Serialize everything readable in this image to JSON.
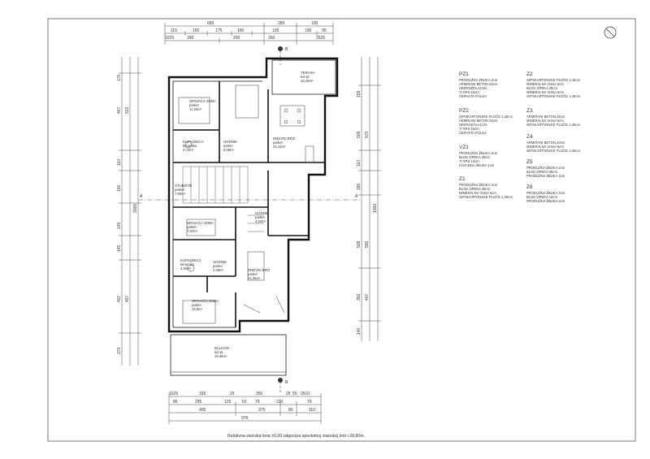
{
  "sheet": {
    "note": "Relativna visinska kota ±0,00 odgovara apsolutnoj visinskoj koti +28,80m.",
    "north_arrow": "north-arrow-icon"
  },
  "dims_top": {
    "row1": [
      "685",
      "285",
      "100"
    ],
    "row2": [
      "115",
      "160",
      "175",
      "160",
      "135",
      "190",
      "95"
    ],
    "row3": [
      "1025",
      "390",
      "200",
      "260",
      "2525"
    ]
  },
  "dims_bottom": {
    "row1": [
      "1025",
      "335",
      "25",
      "350",
      "25",
      "55",
      "2510"
    ],
    "row2": [
      "85",
      "295",
      "125",
      "60",
      "70",
      "230",
      "70"
    ],
    "row3": [
      "405",
      "375",
      "80",
      "110"
    ],
    "row4": [
      "976"
    ]
  },
  "dims_left": [
    "170",
    "467",
    "522",
    "110",
    "150",
    "145",
    "145",
    "407",
    "497",
    "270",
    "2065"
  ],
  "dims_right": [
    "159",
    "509",
    "570",
    "110",
    "180",
    "508",
    "556",
    "1000",
    "352",
    "407",
    "140"
  ],
  "section_marks": {
    "top": "B",
    "bottom": "B",
    "side_left": "A",
    "side_right": "A"
  },
  "rooms": [
    {
      "name": "TERASA",
      "line2": "kor.pl.",
      "line3": "10,49m²"
    },
    {
      "name": "SPAVAĆA SOBA",
      "line2": "parket",
      "line3": "11,26m²"
    },
    {
      "name": "KUPAONICA",
      "line2": "keramika",
      "line3": "4,72m²"
    },
    {
      "name": "HODNIK",
      "line2": "parket",
      "line3": "6,08m²"
    },
    {
      "name": "DNEVNI BRO",
      "line2": "parket",
      "line3": "24,13m²"
    },
    {
      "name": "STUBIŠTE",
      "line2": "parket",
      "line3": "7,60m²"
    },
    {
      "name": "HODNIK",
      "line2": "parket",
      "line3": "4,54m²"
    },
    {
      "name": "SPAVAĆA SOBA",
      "line2": "parket",
      "line3": "7,67m²"
    },
    {
      "name": "KUPAONICA",
      "line2": "keramika",
      "line3": "3,90m²"
    },
    {
      "name": "HODNIK",
      "line2": "parket",
      "line3": "2,06m²"
    },
    {
      "name": "DNEVNI BRO",
      "line2": "parket",
      "line3": "21,06m²"
    },
    {
      "name": "SPAVAĆA SOBA",
      "line2": "parket",
      "line3": "15,8m²"
    },
    {
      "name": "BALKON",
      "line2": "kor.pl.",
      "line3": "19,66m²"
    }
  ],
  "legend_left": [
    {
      "code": "PZ1",
      "lines": [
        "PRODUŽNA ŽBUKA 2cm",
        "ARMIRANI BETON 25cm",
        "HIDROIZOLACIJA",
        "TI XPS 10cm",
        "ČEPASTA FOLIJA"
      ]
    },
    {
      "code": "PZ2",
      "lines": [
        "GIPSKARTONSKE PLOČE 1,25cm",
        "ARMIRANI BETON 25cm",
        "HIDROIZOLACIJA",
        "TI XPS 10cm",
        "ČEPASTA FOLIJA"
      ]
    },
    {
      "code": "VZ1",
      "lines": [
        "PRODUŽNA ŽBUKA 2cm",
        "BLOK OPEKA 25cm",
        "TI XPS 10cm",
        "FASADNA ŽBUKA 1cm"
      ]
    },
    {
      "code": "Z1",
      "lines": [
        "PRODUŽNA ŽBUKA 2cm",
        "BLOK OPEKA 25cm",
        "MINERALNA VUNA 5cm",
        "GIPSKARTONSKE PLOČE 1,25cm"
      ]
    }
  ],
  "legend_right": [
    {
      "code": "Z2",
      "lines": [
        "GIPSKARTONSKE PLOČE 1,25cm",
        "MINERALNA VUNA 5cm",
        "BLOK OPEKA 25cm",
        "MINERALNA VUNA 5cm",
        "GIPSKARTONSKE PLOČE 1,25cm"
      ]
    },
    {
      "code": "Z3",
      "lines": [
        "ARMIRANI BETON 25cm",
        "MINERALNA VUNA 6cm",
        "GIPSKARTONSKE PLOČE 1,25cm"
      ]
    },
    {
      "code": "Z4",
      "lines": [
        "ARMIRANI BETON 20cm",
        "MINERALNA VUNA 6cm",
        "GIPSKARTONSKE PLOČE 1,25cm"
      ]
    },
    {
      "code": "Z5",
      "lines": [
        "PRODUŽNA ŽBUKA 2cm",
        "BLOK OPEKA 25cm",
        "PRODUŽNA ŽBUKA 2cm"
      ]
    },
    {
      "code": "Z6",
      "lines": [
        "PRODUŽNA ŽBUKA 2cm",
        "BLOK OPEKA 12cm",
        "PRODUŽNA ŽBUKA 2cm"
      ]
    }
  ]
}
